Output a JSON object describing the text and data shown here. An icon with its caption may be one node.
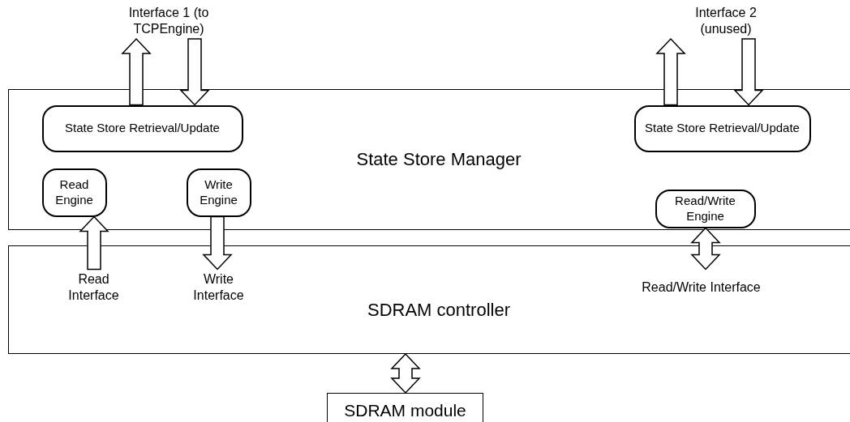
{
  "diagram": {
    "nodes": [
      {
        "text": [
          "State Store Manager"
        ]
      },
      {
        "text": [
          "State Store Retrieval/Update"
        ],
        "in": 0
      },
      {
        "text": [
          "Read Engine"
        ],
        "in": 0
      },
      {
        "text": [
          "Write Engine"
        ],
        "in": 0
      },
      {
        "text": [
          "State Store Retrieval/Update"
        ],
        "in": 0
      },
      {
        "text": [
          "Read/Write Engine"
        ],
        "in": 0
      },
      {
        "text": [
          "SDRAM controller"
        ]
      },
      {
        "text": [
          "Read Interface"
        ],
        "in": 6
      },
      {
        "text": [
          "Write Interface"
        ],
        "in": 6
      },
      {
        "text": [
          "Read/Write Interface"
        ],
        "in": 6
      },
      {
        "text": [
          "SDRAM module"
        ]
      },
      {
        "text": [
          "Interface 1 (to TCPEngine)"
        ]
      },
      {
        "text": [
          "Interface 2 (unused)"
        ]
      }
    ],
    "edges": [
      {
        "from": 1,
        "to": 11,
        "arrow": "to"
      },
      {
        "from": 11,
        "to": 1,
        "arrow": "to"
      },
      {
        "from": 4,
        "to": 12,
        "arrow": "to"
      },
      {
        "from": 12,
        "to": 4,
        "arrow": "to"
      },
      {
        "from": 7,
        "to": 2,
        "arrow": "to"
      },
      {
        "from": 3,
        "to": 8,
        "arrow": "to"
      },
      {
        "from": 5,
        "to": 9,
        "arrow": "both"
      },
      {
        "from": 6,
        "to": 10,
        "arrow": "both"
      }
    ]
  }
}
